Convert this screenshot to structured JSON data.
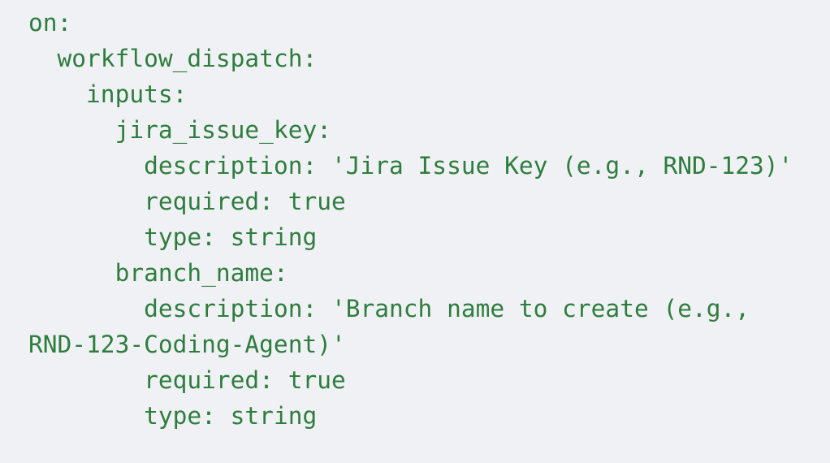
{
  "theme": {
    "background_color": "#f0f1f4",
    "text_color": "#2e7d3e",
    "language": "yaml"
  },
  "code_block": {
    "language_label": "yaml",
    "full_text": "on:\n  workflow_dispatch:\n    inputs:\n      jira_issue_key:\n        description: 'Jira Issue Key (e.g., RND-123)'\n        required: true\n        type: string\n      branch_name:\n        description: 'Branch name to create (e.g., RND-123-Coding-Agent)'\n        required: true\n        type: string",
    "lines": [
      "on:",
      "  workflow_dispatch:",
      "    inputs:",
      "      jira_issue_key:",
      "        description: 'Jira Issue Key (e.g., RND-123)'",
      "        required: true",
      "        type: string",
      "      branch_name:",
      "        description: 'Branch name to create (e.g., RND-123-Coding-Agent)'",
      "        required: true",
      "        type: string"
    ],
    "keys": {
      "on": "on",
      "workflow_dispatch": "workflow_dispatch",
      "inputs": "inputs",
      "jira_issue_key": "jira_issue_key",
      "branch_name": "branch_name",
      "description": "description",
      "required": "required",
      "type": "type"
    },
    "values": {
      "jira_issue_key_description": "'Jira Issue Key (e.g., RND-123)'",
      "jira_issue_key_required": "true",
      "jira_issue_key_type": "string",
      "branch_name_description": "'Branch name to create (e.g., RND-123-Coding-Agent)'",
      "branch_name_required": "true",
      "branch_name_type": "string"
    }
  }
}
